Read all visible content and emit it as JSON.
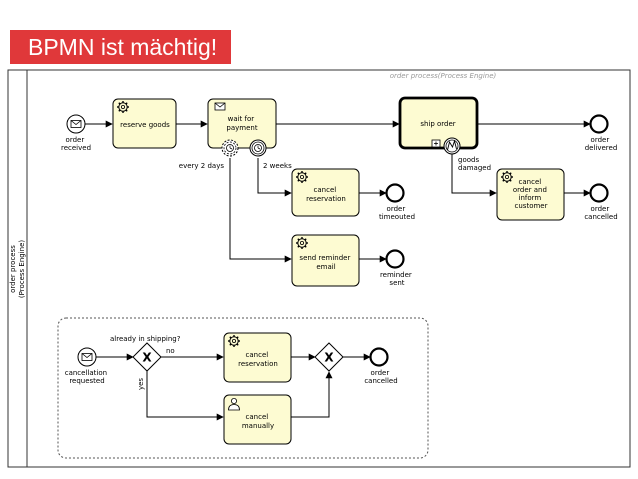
{
  "slide": {
    "title": "BPMN ist mächtig!"
  },
  "pool": {
    "label_line1": "order process",
    "label_line2": "(Process Engine)",
    "lane_label": "order process(Process Engine)"
  },
  "events": {
    "order_received": [
      "order",
      "received"
    ],
    "order_delivered": [
      "order",
      "delivered"
    ],
    "order_timeouted": [
      "order",
      "timeouted"
    ],
    "reminder_sent": [
      "reminder",
      "sent"
    ],
    "order_cancelled_main": [
      "order",
      "cancelled"
    ],
    "cancellation_requested": [
      "cancellation",
      "requested"
    ],
    "order_cancelled_sub": [
      "order",
      "cancelled"
    ]
  },
  "tasks": {
    "reserve_goods": [
      "reserve goods"
    ],
    "wait_for_payment": [
      "wait for",
      "payment"
    ],
    "ship_order": [
      "ship order"
    ],
    "cancel_reservation_main": [
      "cancel",
      "reservation"
    ],
    "send_reminder_email": [
      "send reminder",
      "email"
    ],
    "cancel_inform_customer": [
      "cancel",
      "order and",
      "inform",
      "customer"
    ],
    "cancel_reservation_sub": [
      "cancel",
      "reservation"
    ],
    "cancel_manually": [
      "cancel",
      "manually"
    ]
  },
  "labels": {
    "every_2_days": "every 2 days",
    "two_weeks": "2 weeks",
    "goods_damaged": [
      "goods",
      "damaged"
    ],
    "already_in_shipping": "already in shipping?",
    "no": "no",
    "yes": "yes"
  },
  "gateway_marker": "X",
  "colors": {
    "task_fill": "#fdfbd2",
    "banner": "#e0383a"
  }
}
